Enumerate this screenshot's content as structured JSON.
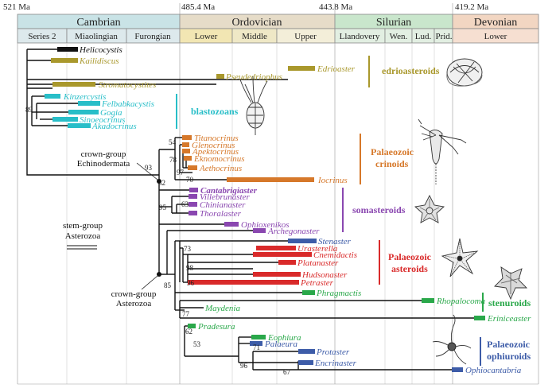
{
  "colors": {
    "cambrian": "#c9e3e6",
    "ordovician": "#e6dcc8",
    "silurian": "#c9e6cc",
    "devonian": "#f2d6c2",
    "cambrian_epoch": "#dde9ec",
    "ord_lower": "#f2e6b3",
    "ord_middle": "#efe8c6",
    "ord_upper": "#f3eed9",
    "sil_epoch": "#e2efe2",
    "dev_lower": "#f6dfd1",
    "black": "#111111",
    "olive": "#a9982c",
    "cyan": "#28bec8",
    "orange": "#d6782a",
    "purple": "#8a47b0",
    "blue": "#3d5ca8",
    "red": "#d92a2a",
    "green": "#2aa84a"
  },
  "time_scale": {
    "ma_labels": [
      "521 Ma",
      "485.4 Ma",
      "443.8 Ma",
      "419.2 Ma"
    ],
    "periods": [
      "Cambrian",
      "Ordovician",
      "Silurian",
      "Devonian"
    ],
    "epochs": [
      "Series 2",
      "Miaolingian",
      "Furongian",
      "Lower",
      "Middle",
      "Upper",
      "Llandovery",
      "Wen.",
      "Lud.",
      "Prid.",
      "Lower"
    ]
  },
  "taxa": [
    {
      "name": "Helicocystis",
      "color": "black"
    },
    {
      "name": "Kailidiscus",
      "color": "olive"
    },
    {
      "name": "Edrioaster",
      "color": "olive"
    },
    {
      "name": "Pseudedriophus",
      "color": "olive"
    },
    {
      "name": "Stromatocystites",
      "color": "olive"
    },
    {
      "name": "Kinzercystis",
      "color": "cyan"
    },
    {
      "name": "Felbabkacystis",
      "color": "cyan"
    },
    {
      "name": "Gogia",
      "color": "cyan"
    },
    {
      "name": "Sinoeocrinus",
      "color": "cyan"
    },
    {
      "name": "Akadocrinus",
      "color": "cyan"
    },
    {
      "name": "Titanocrinus",
      "color": "orange"
    },
    {
      "name": "Glenocrinus",
      "color": "orange"
    },
    {
      "name": "Apektocrinus",
      "color": "orange"
    },
    {
      "name": "Eknomocrinus",
      "color": "orange"
    },
    {
      "name": "Aethocrinus",
      "color": "orange"
    },
    {
      "name": "Iocrinus",
      "color": "orange"
    },
    {
      "name": "Cantabrigiaster",
      "color": "purple"
    },
    {
      "name": "Villebrunaster",
      "color": "purple"
    },
    {
      "name": "Chinianaster",
      "color": "purple"
    },
    {
      "name": "Thoralaster",
      "color": "purple"
    },
    {
      "name": "Ophioxenikos",
      "color": "purple"
    },
    {
      "name": "Archegonaster",
      "color": "purple"
    },
    {
      "name": "Stenaster",
      "color": "blue"
    },
    {
      "name": "Urasterella",
      "color": "red"
    },
    {
      "name": "Cnemidactis",
      "color": "red"
    },
    {
      "name": "Platanaster",
      "color": "red"
    },
    {
      "name": "Hudsonaster",
      "color": "red"
    },
    {
      "name": "Petraster",
      "color": "red"
    },
    {
      "name": "Phragmactis",
      "color": "green"
    },
    {
      "name": "Rhopalocoma",
      "color": "green"
    },
    {
      "name": "Maydenia",
      "color": "green"
    },
    {
      "name": "Eriniceaster",
      "color": "green"
    },
    {
      "name": "Pradesura",
      "color": "green"
    },
    {
      "name": "Eophiura",
      "color": "green"
    },
    {
      "name": "Palaeura",
      "color": "blue"
    },
    {
      "name": "Protaster",
      "color": "blue"
    },
    {
      "name": "Encrinaster",
      "color": "blue"
    },
    {
      "name": "Ophiocantabria",
      "color": "blue"
    }
  ],
  "node_supports": [
    "89",
    "54",
    "78",
    "97",
    "70",
    "93",
    "82",
    "95",
    "63",
    "73",
    "98",
    "96",
    "85",
    "77",
    "62",
    "71",
    "53",
    "96",
    "67"
  ],
  "clade_labels": {
    "crown_echinodermata": [
      "crown-group",
      "Echinodermata"
    ],
    "stem_asterozoa": [
      "stem-group",
      "Asterozoa"
    ],
    "crown_asterozoa": [
      "crown-group",
      "Asterozoa"
    ]
  },
  "groups": [
    {
      "lines": [
        "edrioasteroids"
      ],
      "color": "olive"
    },
    {
      "lines": [
        "blastozoans"
      ],
      "color": "cyan"
    },
    {
      "lines": [
        "Palaeozoic",
        "crinoids"
      ],
      "color": "orange"
    },
    {
      "lines": [
        "somasteroids"
      ],
      "color": "purple"
    },
    {
      "lines": [
        "Palaeozoic",
        "asteroids"
      ],
      "color": "red"
    },
    {
      "lines": [
        "stenuroids"
      ],
      "color": "green"
    },
    {
      "lines": [
        "Palaeozoic",
        "ophiuroids"
      ],
      "color": "blue"
    }
  ]
}
